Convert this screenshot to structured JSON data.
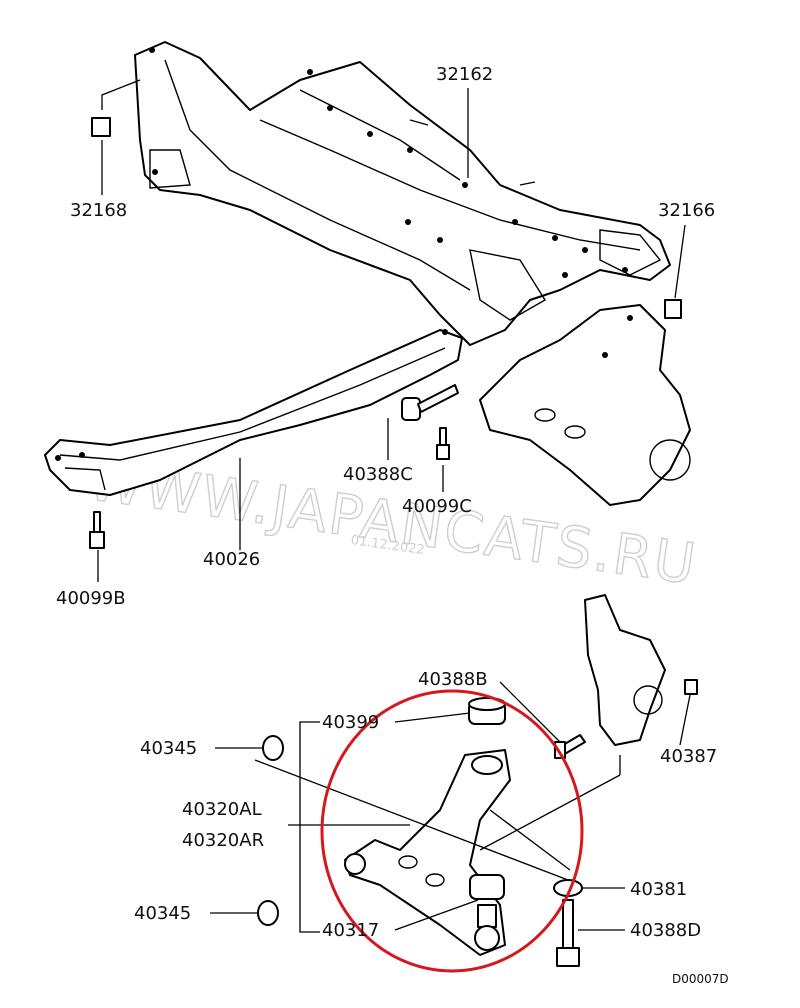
{
  "diagram_code": "D00007D",
  "watermark": {
    "text": "WWW.JAPANCATS.RU",
    "date": "01.12.2022"
  },
  "highlight_color": "#d6181e",
  "labels": {
    "l32162": "32162",
    "l32168": "32168",
    "l32166": "32166",
    "l40388C": "40388C",
    "l40099C": "40099C",
    "l40026": "40026",
    "l40099B": "40099B",
    "l40388B": "40388B",
    "l40399": "40399",
    "l40345a": "40345",
    "l40320AL": "40320AL",
    "l40320AR": "40320AR",
    "l40387": "40387",
    "l40381": "40381",
    "l40345b": "40345",
    "l40317": "40317",
    "l40388D": "40388D"
  }
}
